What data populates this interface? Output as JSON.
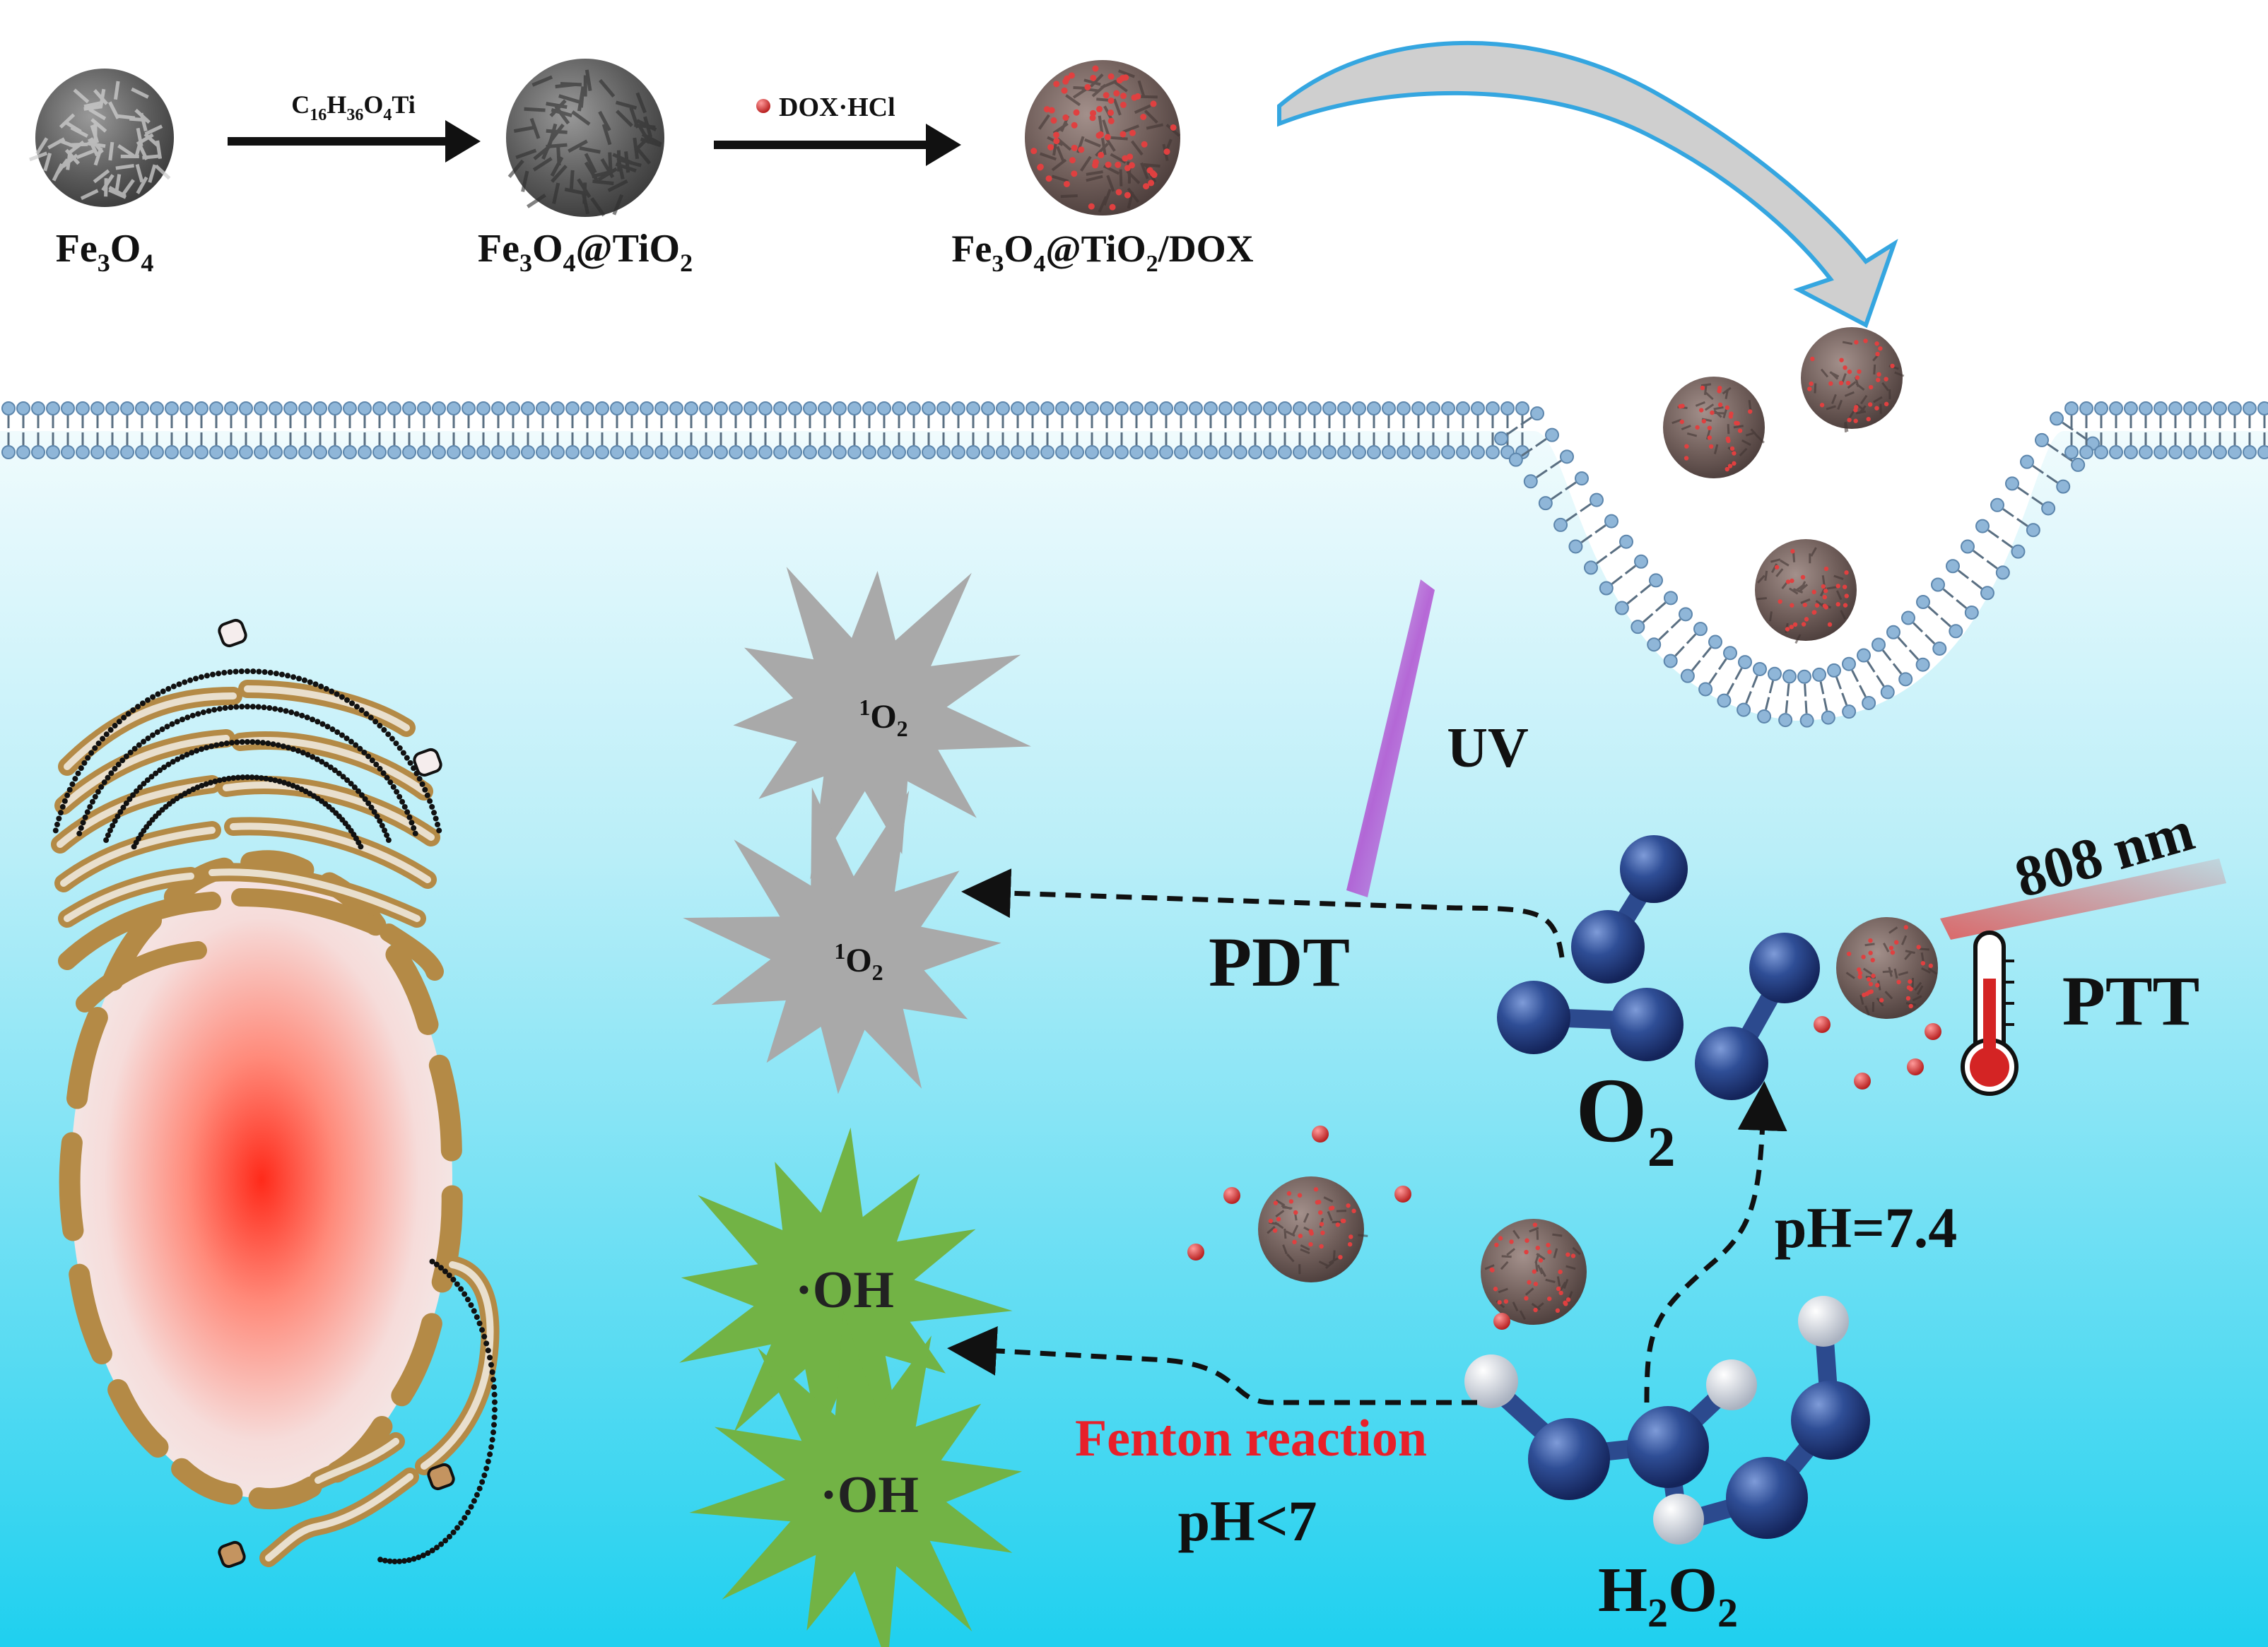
{
  "colors": {
    "cytoplasm_top": "#eaf9fc",
    "cytoplasm_bottom": "#1fd0ef",
    "membrane_head": "#8fb6d8",
    "membrane_tail": "#5a6f82",
    "particle_gray": "#5b5b5b",
    "particle_brown": "#7f6a66",
    "dox_red": "#d43a3a",
    "singlet_star": "#a9a9a9",
    "hydroxyl_star": "#72b345",
    "organelle_brown": "#b48a46",
    "nucleus_red": "#ff2a1a",
    "atom_blue": "#2c4a8e",
    "atom_white": "#e6e9ee",
    "fenton_red": "#e8202a",
    "uv_purple": "#b04fd0",
    "nir_red": "#e05a5a",
    "curve_arrow_border": "#35a6e0",
    "curve_arrow_fill": "#c8c8c8"
  },
  "synthesis": {
    "fe3o4": {
      "base": "Fe",
      "sub1": "3",
      "mid": "O",
      "sub2": "4"
    },
    "fe3o4_tio2": {
      "base": "Fe",
      "sub1": "3",
      "mid": "O",
      "sub2": "4",
      "tail": "@TiO",
      "sub3": "2"
    },
    "fe3o4_tio2_dox": {
      "base": "Fe",
      "sub1": "3",
      "mid": "O",
      "sub2": "4",
      "tail": "@TiO",
      "sub3": "2",
      "end": "/DOX"
    },
    "reagent1": {
      "a": "C",
      "s1": "16",
      "b": "H",
      "s2": "36",
      "c": "O",
      "s3": "4",
      "d": "Ti"
    },
    "reagent2": "DOX·HCl"
  },
  "labels": {
    "uv": "UV",
    "nir": "808 nm",
    "pdt": "PDT",
    "ptt": "PTT",
    "o2": {
      "base": "O",
      "sub": "2"
    },
    "singlet_o2_a": {
      "sup": "1",
      "base": "O",
      "sub": "2"
    },
    "singlet_o2_b": {
      "sup": "1",
      "base": "O",
      "sub": "2"
    },
    "oh_a": "·OH",
    "oh_b": "·OH",
    "ph_neutral": "pH=7.4",
    "fenton": "Fenton reaction",
    "ph_acidic": "pH<7",
    "h2o2": {
      "a": "H",
      "s1": "2",
      "b": "O",
      "s2": "2"
    }
  }
}
